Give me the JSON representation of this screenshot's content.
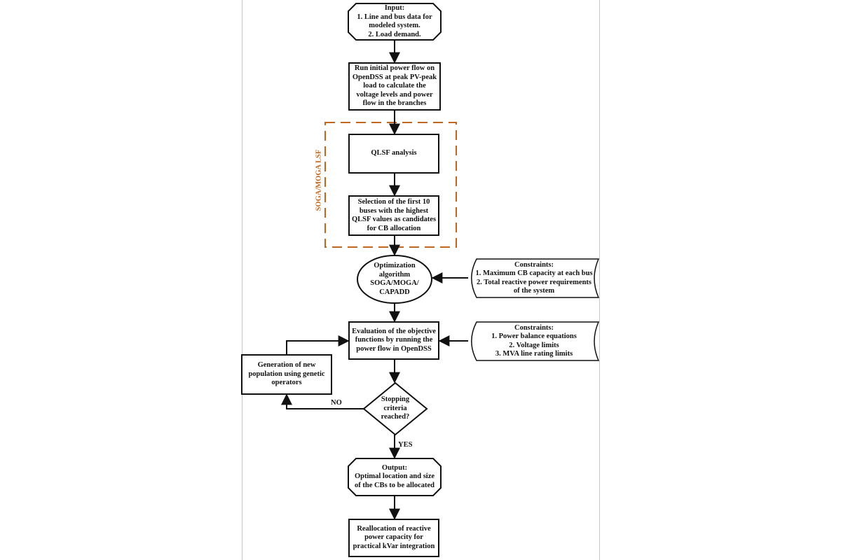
{
  "colors": {
    "stroke": "#111111",
    "group_border": "#c0661e",
    "node_fill": "#ffffff",
    "frame_line": "#c8c8c8"
  },
  "diagram": {
    "group_label": "SOGA/MOGA LSF",
    "nodes": {
      "input": {
        "shape": "octagon",
        "lines": [
          "Input:",
          "1. Line and bus data for",
          "modeled system.",
          "2. Load demand."
        ]
      },
      "initial_flow": {
        "shape": "box",
        "lines": [
          "Run initial power flow on",
          "OpenDSS at peak PV-peak",
          "load to calculate the",
          "voltage levels and power",
          "flow in the branches"
        ]
      },
      "qlsf": {
        "shape": "box",
        "lines": [
          "QLSF analysis"
        ]
      },
      "selection": {
        "shape": "box",
        "lines": [
          "Selection of the first 10",
          "buses with the highest",
          "QLSF values as candidates",
          "for CB allocation"
        ]
      },
      "optimization": {
        "shape": "ellipse",
        "lines": [
          "Optimization",
          "algorithm",
          "SOGA/MOGA/",
          "CAPADD"
        ]
      },
      "constraints1": {
        "shape": "storage",
        "lines": [
          "Constraints:",
          "1. Maximum CB capacity at each bus",
          "2. Total reactive power requirements",
          "of the system"
        ]
      },
      "evaluation": {
        "shape": "box",
        "lines": [
          "Evaluation of the  objective",
          "functions by running the",
          "power flow in OpenDSS"
        ]
      },
      "constraints2": {
        "shape": "storage",
        "lines": [
          "Constraints:",
          "1. Power balance equations",
          "2. Voltage limits",
          "3. MVA line rating limits"
        ]
      },
      "generation": {
        "shape": "box",
        "lines": [
          "Generation of new",
          "population using genetic",
          "operators"
        ]
      },
      "stopping": {
        "shape": "diamond",
        "lines": [
          "Stopping",
          "criteria",
          "reached?"
        ]
      },
      "output": {
        "shape": "octagon",
        "lines": [
          "Output:",
          "Optimal location and size",
          "of the CBs to be allocated"
        ]
      },
      "reallocation": {
        "shape": "box",
        "lines": [
          "Reallocation of reactive",
          "power capacity for",
          "practical kVar integration"
        ]
      }
    },
    "edge_labels": {
      "no": "NO",
      "yes": "YES"
    }
  }
}
